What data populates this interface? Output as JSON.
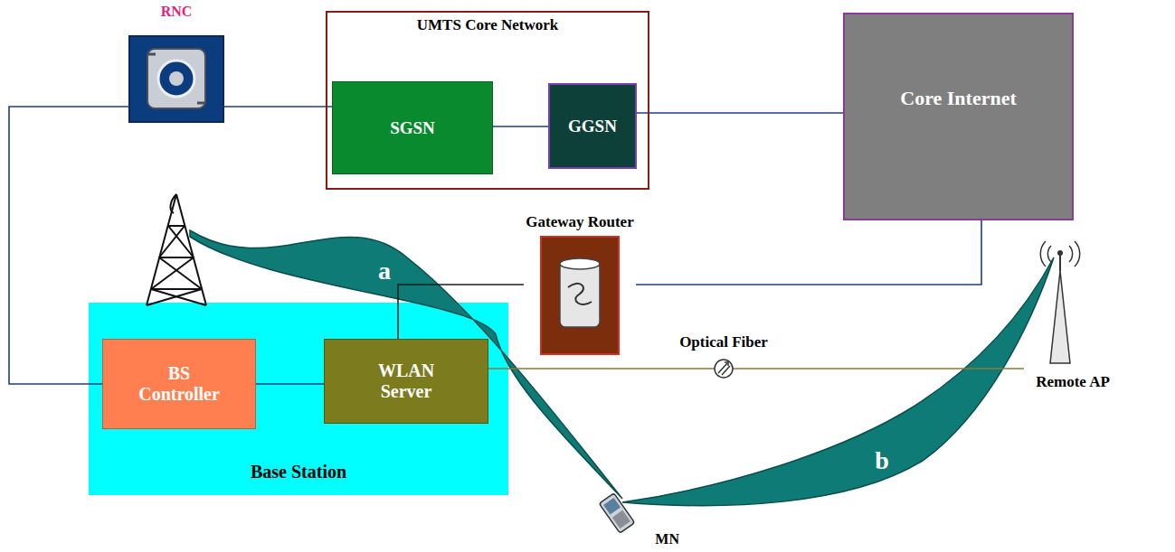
{
  "diagram": {
    "nodes": [
      {
        "text": [
          "RNC"
        ]
      },
      {
        "text": [
          "UMTS Core Network"
        ]
      },
      {
        "text": [
          "SGSN"
        ],
        "in": 1
      },
      {
        "text": [
          "GGSN"
        ],
        "in": 1
      },
      {
        "text": [
          "Core Internet"
        ]
      },
      {
        "text": [
          "Gateway Router"
        ]
      },
      {
        "text": [
          "Base Station"
        ]
      },
      {
        "text": [
          "BS Controller"
        ],
        "in": 6
      },
      {
        "text": [
          "WLAN Server"
        ],
        "in": 6
      },
      {
        "text": [
          "Remote AP"
        ]
      },
      {
        "text": [
          "MN"
        ]
      }
    ],
    "edges": [
      {
        "from": 0,
        "to": 2,
        "arrow": "none"
      },
      {
        "from": 2,
        "to": 3,
        "arrow": "none"
      },
      {
        "from": 3,
        "to": 4,
        "arrow": "none"
      },
      {
        "from": 0,
        "to": 7,
        "arrow": "none"
      },
      {
        "from": 7,
        "to": 8,
        "arrow": "none"
      },
      {
        "from": 8,
        "to": 5,
        "arrow": "none"
      },
      {
        "from": 5,
        "to": 4,
        "arrow": "none"
      },
      {
        "from": 8,
        "to": 9,
        "label": "Optical Fiber",
        "arrow": "none"
      }
    ],
    "labels": [
      "a",
      "b"
    ]
  }
}
